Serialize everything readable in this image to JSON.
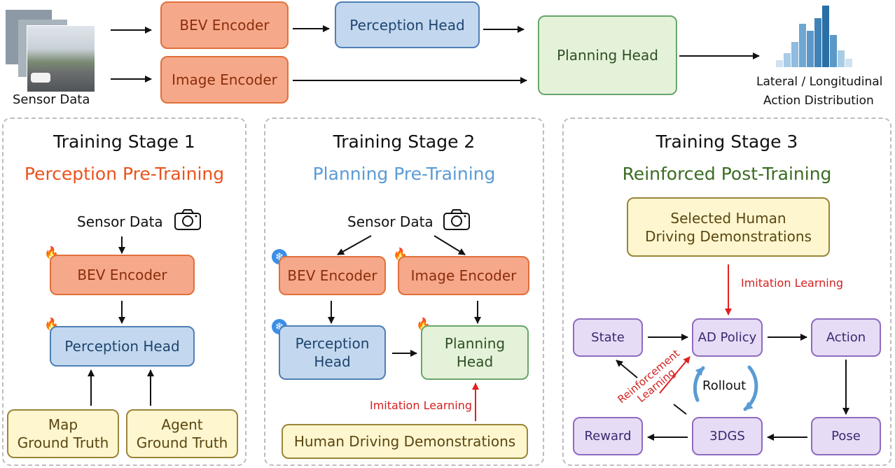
{
  "top": {
    "sensor_label": "Sensor Data",
    "bev_encoder": "BEV Encoder",
    "image_encoder": "Image Encoder",
    "perception_head": "Perception Head",
    "planning_head": "Planning Head",
    "output_line1": "Lateral / Longitudinal",
    "output_line2": "Action Distribution"
  },
  "stage1": {
    "title": "Training Stage 1",
    "subtitle": "Perception Pre-Training",
    "sensor_label": "Sensor Data",
    "bev_encoder": "BEV Encoder",
    "perception_head": "Perception Head",
    "map_line1": "Map",
    "map_line2": "Ground Truth",
    "agent_line1": "Agent",
    "agent_line2": "Ground Truth"
  },
  "stage2": {
    "title": "Training Stage 2",
    "subtitle": "Planning Pre-Training",
    "sensor_label": "Sensor Data",
    "bev_encoder": "BEV Encoder",
    "image_encoder": "Image Encoder",
    "perception_line1": "Perception",
    "perception_line2": "Head",
    "planning_line1": "Planning",
    "planning_line2": "Head",
    "imitation_label": "Imitation Learning",
    "demos": "Human Driving Demonstrations"
  },
  "stage3": {
    "title": "Training Stage 3",
    "subtitle": "Reinforced Post-Training",
    "selected_line1": "Selected Human",
    "selected_line2": "Driving Demonstrations",
    "imitation_label": "Imitation Learning",
    "state": "State",
    "ad_policy": "AD Policy",
    "action": "Action",
    "reward": "Reward",
    "gs": "3DGS",
    "pose": "Pose",
    "rollout": "Rollout",
    "rl_line1": "Reinforcement",
    "rl_line2": "Learning"
  },
  "colors": {
    "stage1_accent": "#e8541e",
    "stage2_accent": "#5b9bd5",
    "stage3_accent": "#3a6b22",
    "imitation_red": "#d42020"
  },
  "icons": [
    "camera-icon",
    "flame-icon",
    "snowflake-icon",
    "rollout-cycle-icon",
    "histogram-icon"
  ]
}
